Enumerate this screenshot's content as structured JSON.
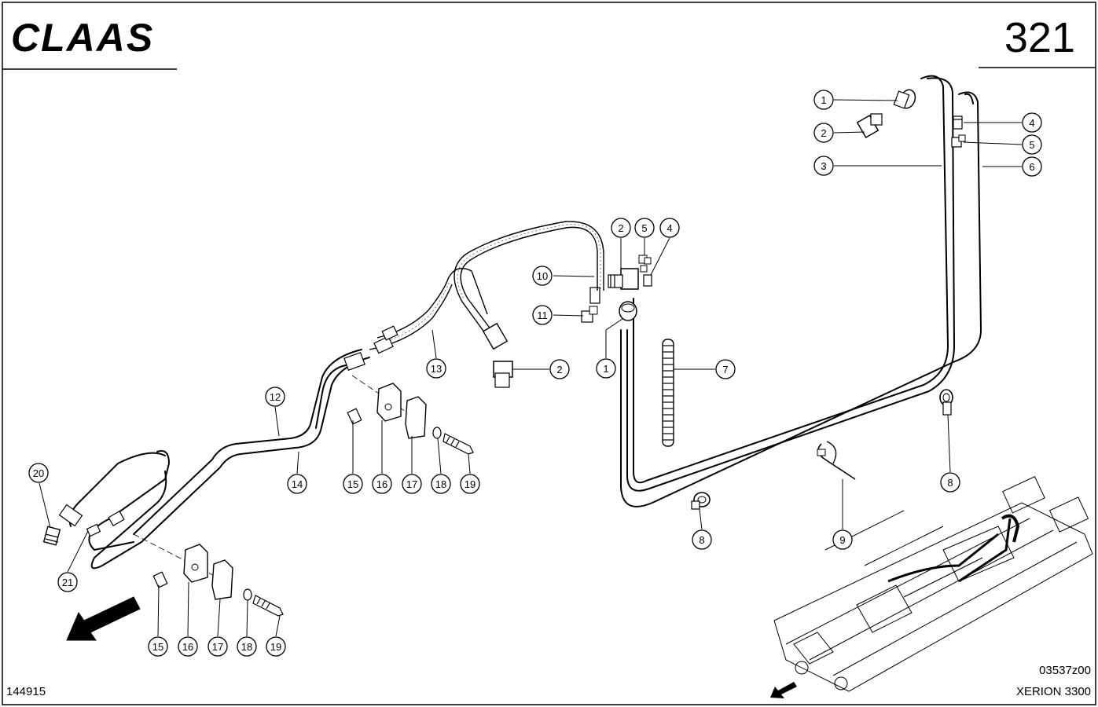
{
  "header": {
    "brand": "CLAAS",
    "page_number": "321"
  },
  "footer": {
    "drawing_code": "03537z00",
    "doc_number": "144915",
    "model": "XERION 3300"
  },
  "callouts": [
    {
      "id": "c1a",
      "label": "1"
    },
    {
      "id": "c2a",
      "label": "2"
    },
    {
      "id": "c3",
      "label": "3"
    },
    {
      "id": "c4a",
      "label": "4"
    },
    {
      "id": "c5a",
      "label": "5"
    },
    {
      "id": "c6",
      "label": "6"
    },
    {
      "id": "c2b",
      "label": "2"
    },
    {
      "id": "c5b",
      "label": "5"
    },
    {
      "id": "c4b",
      "label": "4"
    },
    {
      "id": "c10",
      "label": "10"
    },
    {
      "id": "c11",
      "label": "11"
    },
    {
      "id": "c1b",
      "label": "1"
    },
    {
      "id": "c2c",
      "label": "2"
    },
    {
      "id": "c13",
      "label": "13"
    },
    {
      "id": "c7",
      "label": "7"
    },
    {
      "id": "c12",
      "label": "12"
    },
    {
      "id": "c14",
      "label": "14"
    },
    {
      "id": "c15a",
      "label": "15"
    },
    {
      "id": "c16a",
      "label": "16"
    },
    {
      "id": "c17a",
      "label": "17"
    },
    {
      "id": "c18a",
      "label": "18"
    },
    {
      "id": "c19a",
      "label": "19"
    },
    {
      "id": "c8a",
      "label": "8"
    },
    {
      "id": "c8b",
      "label": "8"
    },
    {
      "id": "c9",
      "label": "9"
    },
    {
      "id": "c20",
      "label": "20"
    },
    {
      "id": "c21",
      "label": "21"
    },
    {
      "id": "c15b",
      "label": "15"
    },
    {
      "id": "c16b",
      "label": "16"
    },
    {
      "id": "c17b",
      "label": "17"
    },
    {
      "id": "c18b",
      "label": "18"
    },
    {
      "id": "c19b",
      "label": "19"
    }
  ]
}
